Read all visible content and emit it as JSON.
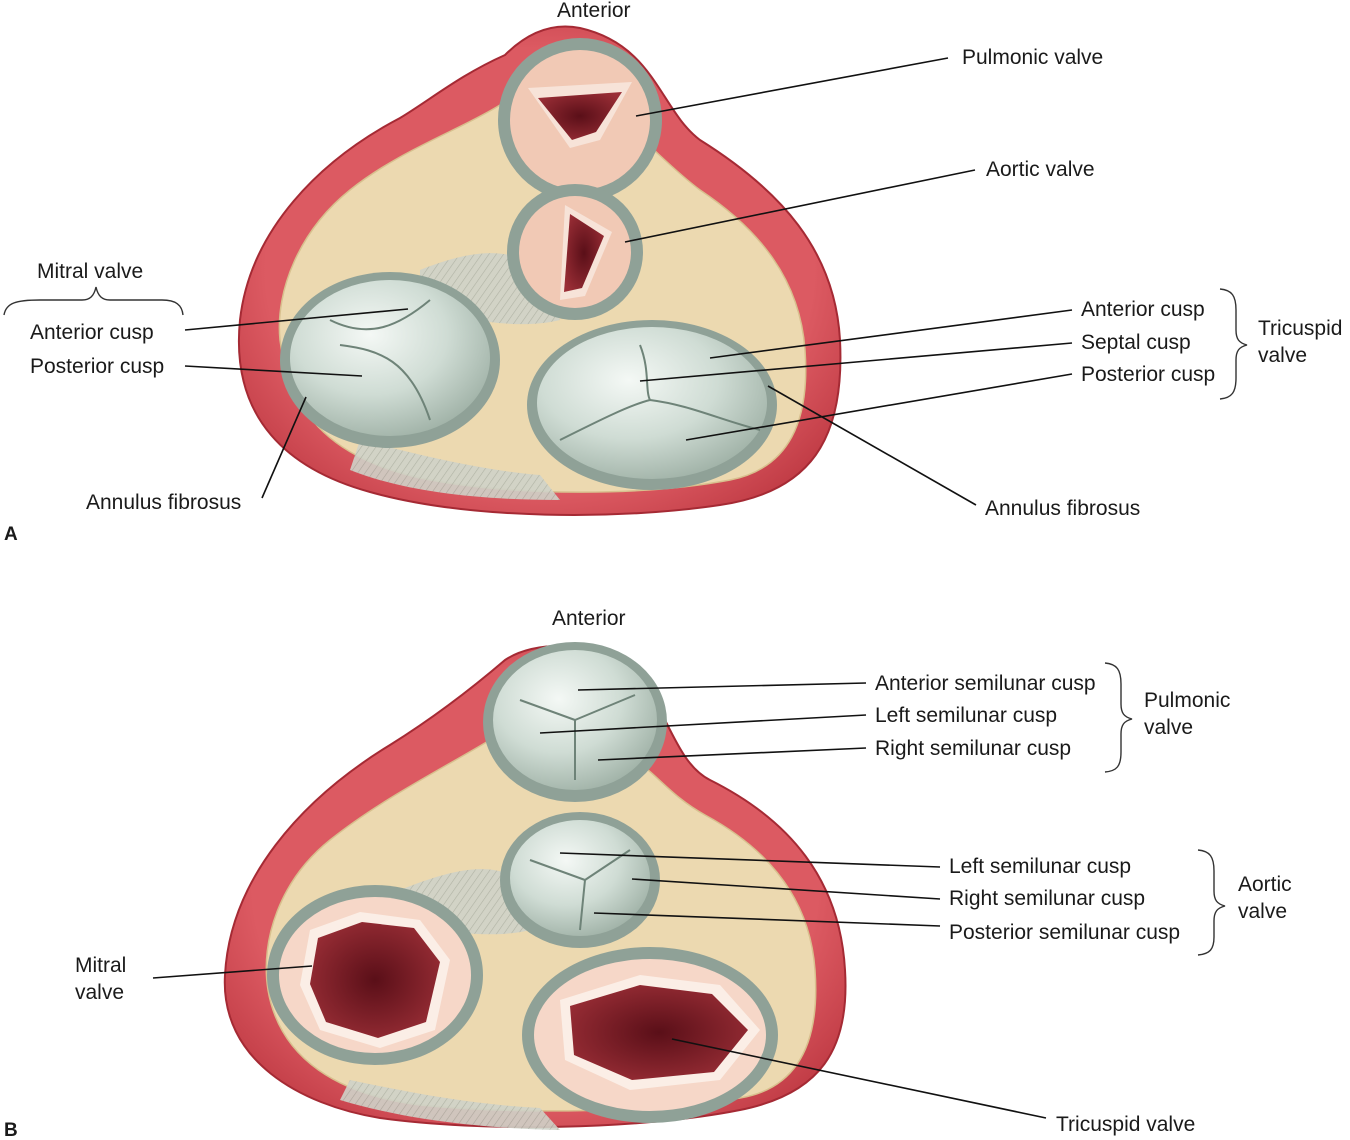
{
  "colors": {
    "myocardium": "#d8515a",
    "myocardium_dark": "#b8323c",
    "fibrous_skeleton": "#ecd9b0",
    "fibrous_strands": "#c9ccc2",
    "annulus": "#8fa197",
    "closed_leaflet": "#dfe9e3",
    "open_leaflet": "#f6d7c8",
    "orifice": "#7a1f2a"
  },
  "panel_a": {
    "label": "A",
    "anterior": "Anterior",
    "pulmonic_valve": "Pulmonic valve",
    "aortic_valve": "Aortic valve",
    "mitral_group": "Mitral valve",
    "mitral_anterior_cusp": "Anterior cusp",
    "mitral_posterior_cusp": "Posterior cusp",
    "tricuspid_anterior_cusp": "Anterior cusp",
    "tricuspid_septal_cusp": "Septal cusp",
    "tricuspid_posterior_cusp": "Posterior cusp",
    "tricuspid_group_1": "Tricuspid",
    "tricuspid_group_2": "valve",
    "annulus_left": "Annulus fibrosus",
    "annulus_right": "Annulus fibrosus"
  },
  "panel_b": {
    "label": "B",
    "anterior": "Anterior",
    "pulm_anterior_cusp": "Anterior semilunar cusp",
    "pulm_left_cusp": "Left semilunar cusp",
    "pulm_right_cusp": "Right semilunar cusp",
    "pulmonic_group_1": "Pulmonic",
    "pulmonic_group_2": "valve",
    "aortic_left_cusp": "Left semilunar cusp",
    "aortic_right_cusp": "Right semilunar cusp",
    "aortic_posterior_cusp": "Posterior semilunar cusp",
    "aortic_group_1": "Aortic",
    "aortic_group_2": "valve",
    "mitral_1": "Mitral",
    "mitral_2": "valve",
    "tricuspid_valve": "Tricuspid valve"
  }
}
